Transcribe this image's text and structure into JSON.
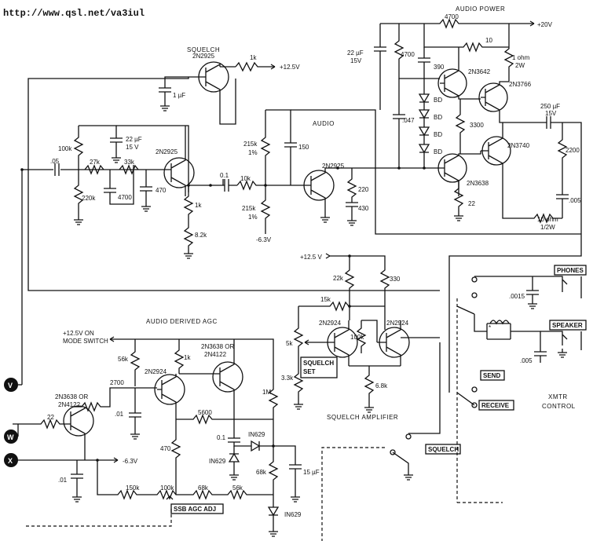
{
  "header": {
    "url": "http://www.qsl.net/va3iul"
  },
  "titles": {
    "squelch": "SQUELCH",
    "audio": "AUDIO",
    "audio_power": "AUDIO POWER",
    "agc": "AUDIO DERIVED AGC",
    "squelch_amp": "SQUELCH AMPLIFIER",
    "xmtr_control": [
      "XMTR",
      "CONTROL"
    ]
  },
  "rails": {
    "v12_5_top": "+12.5V",
    "v20": "+20V",
    "v12_5_mid": "+12.5 V",
    "v12_5_on_line1": "+12.5V ON",
    "v12_5_on_line2": "MODE SWITCH",
    "v_neg_audio": "-6.3V",
    "v_neg_agc": "-6.3V"
  },
  "transistors": {
    "q_squelch_top": "2N2925",
    "q_squelch_second": "2N2925",
    "q_audio": "2N2925",
    "q_power_drv": "2N3642",
    "q_power_out_top": "2N3766",
    "q_power_out_bot": "2N3740",
    "q_power_drv_bot": "2N3638",
    "q_sq_amp_left": "2N2924",
    "q_sq_amp_right": "2N2924",
    "q_agc_mid": "2N2924",
    "q_agc_right_line1": "2N3638 OR",
    "q_agc_right_line2": "2N4122",
    "q_agc_left_line1": "2N3638 OR",
    "q_agc_left_line2": "2N4122"
  },
  "components": {
    "r_1k_top": "1k",
    "c_1uf": "1 µF",
    "c_22uf_15v": [
      "22 µF",
      "15 V"
    ],
    "r_100k": "100k",
    "c_05": ".05",
    "r_27k": "27k",
    "r_33k": "33k",
    "r_220k": "220k",
    "c_4700": "4700",
    "c_470": "470",
    "r_1k_em": "1k",
    "r_8_2k": "8.2k",
    "c_0_1": "0.1",
    "r_10k": "10k",
    "r_215k_top": [
      "215k",
      "1%"
    ],
    "r_215k_bot": [
      "215k",
      "1%"
    ],
    "c_150": "150",
    "r_220": "220",
    "c_430": "430",
    "c_22uf_pwr": [
      "22 µF",
      "15V"
    ],
    "r_4700_pwr": "4700",
    "r_4700_top": "4700",
    "r_10": "10",
    "c_390": "390",
    "r_1ohm": [
      "1 ohm",
      "2W"
    ],
    "diodes_bd": [
      "BD",
      "BD",
      "BD",
      "BD"
    ],
    "c_047": ".047",
    "r_3300": "3300",
    "r_22_pwr": "22",
    "c_250uf": [
      "250 µF",
      "15V"
    ],
    "r_2200": "2200",
    "c_005_out": ".005",
    "r_10ohm": [
      "10 ohm",
      "1/2W"
    ],
    "r_22k": "22k",
    "r_330": "330",
    "r_15k": "15k",
    "r_100k_sq": "100k",
    "pot_5k": "5k",
    "r_3_3k": "3.3k",
    "r_6_8k": "6.8k",
    "r_56k": "56k",
    "r_1k_agc": "1k",
    "r_2700": "2700",
    "c_01_agc": ".01",
    "r_22_agc": "22",
    "r_5600": "5600",
    "r_470_agc": "470",
    "r_1m": "1M",
    "c_0_1_agc": "0.1",
    "d_in629_a": "IN629",
    "d_in629_b": "IN629",
    "d_in629_c": "IN629",
    "r_68k": "68k",
    "c_15uf": "15 µF",
    "r_150k": "150k",
    "pot_100k": "100k",
    "r_68k_bot": "68k",
    "r_56k_bot": "56k",
    "c_01_bot": ".01",
    "c_0015": ".0015",
    "c_005_spk": ".005",
    "star": "*"
  },
  "boxes": {
    "squelch_set": [
      "SQUELCH",
      "SET"
    ],
    "ssb_agc_adj": "SSB AGC ADJ",
    "phones": "PHONES",
    "speaker": "SPEAKER",
    "send": "SEND",
    "receive": "RECEIVE",
    "squelch_sw": "SQUELCH"
  },
  "pins": {
    "v": "V",
    "w": "W",
    "x": "X"
  }
}
